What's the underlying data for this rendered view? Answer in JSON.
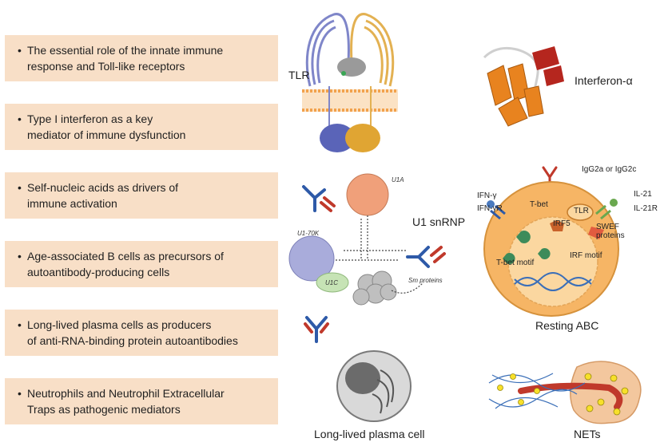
{
  "bullets": [
    {
      "text": "The essential role of the innate immune\nresponse and Toll-like receptors"
    },
    {
      "text": "Type I interferon as a key\nmediator of immune dysfunction"
    },
    {
      "text": "Self-nucleic acids as drivers of\nimmune activation"
    },
    {
      "text": "Age-associated B cells as precursors of\nautoantibody-producing cells"
    },
    {
      "text": "Long-lived plasma cells as producers\nof anti-RNA-binding protein autoantibodies"
    },
    {
      "text": "Neutrophils and Neutrophil Extracellular\nTraps as pathogenic mediators"
    }
  ],
  "bullet_symbol": "•",
  "labels": {
    "tlr": "TLR",
    "interferon": "Interferon-α",
    "u1snrnp": "U1 snRNP",
    "u1a": "U1A",
    "u170k": "U1-70K",
    "u1c": "U1C",
    "sm_proteins": "Sm proteins",
    "igg2a": "IgG2a or IgG2c",
    "ifn_gamma": "IFN-γ",
    "ifn_gamma_r": "IFN-γR",
    "tbet": "T-bet",
    "tlr_small": "TLR",
    "irf5": "IRF5",
    "swef": "SWEF\nproteins",
    "il21": "IL-21",
    "il21r": "IL-21R",
    "tbet_motif": "T-bet motif",
    "irf_motif": "IRF motif",
    "resting_abc": "Resting ABC",
    "plasma_cell": "Long-lived plasma cell",
    "nets": "NETs"
  },
  "colors": {
    "box_bg": "#f8dfc7",
    "tlr_left": "#7f86c9",
    "tlr_right": "#e3b152",
    "membrane": "#f2a24d",
    "ifn_orange": "#e8831f",
    "ifn_red": "#b5261e",
    "u1a_circle": "#f0a07a",
    "u170k_circle": "#a9acdb",
    "u1c_circle": "#c6e3b5",
    "abc_cell": "#f6b565",
    "antibody_blue": "#2e5aa8",
    "antibody_red": "#c0392b"
  }
}
